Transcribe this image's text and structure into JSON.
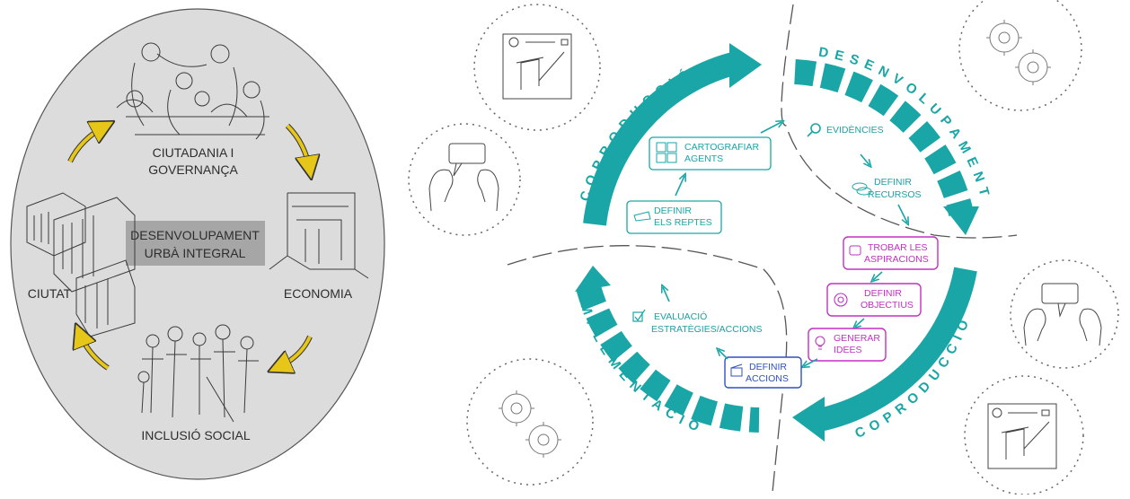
{
  "colors": {
    "teal": "#1aa6a6",
    "magenta": "#c230c2",
    "blue": "#2f4fbf",
    "yellow_arrow": "#e6c619",
    "ellipse_fill": "#dcdcdc",
    "center_label_fill": "#a6a6a6"
  },
  "left_cycle": {
    "top_label_line1": "CIUTADANIA I",
    "top_label_line2": "GOVERNANÇA",
    "center_line1": "DESENVOLUPAMENT",
    "center_line2": "URBÀ INTEGRAL",
    "left_label": "CIUTAT",
    "right_label": "ECONOMIA",
    "bottom_label": "INCLUSIÓ SOCIAL"
  },
  "right_cycle": {
    "arc_coproduccio_top": "COPRODUCCIÓ",
    "arc_desenvolupament": "DESENVOLUPAMENT",
    "arc_coproduccio_bottom": "COPRODUCCIÓ",
    "arc_implementacio": "IMPLEMENTACIÓ",
    "steps": {
      "cartografiar_line1": "CARTOGRAFIAR",
      "cartografiar_line2": "AGENTS",
      "definir_reptes_line1": "DEFINIR",
      "definir_reptes_line2": "ELS REPTES",
      "evidencies": "EVIDÈNCIES",
      "definir_recursos_line1": "DEFINIR",
      "definir_recursos_line2": "RECURSOS",
      "trobar_line1": "TROBAR LES",
      "trobar_line2": "ASPIRACIONS",
      "objectius_line1": "DEFINIR",
      "objectius_line2": "OBJECTIUS",
      "idees_line1": "GENERAR",
      "idees_line2": "IDEES",
      "accions_line1": "DEFINIR",
      "accions_line2": "ACCIONS",
      "avaluacio_line1": "EVALUACIÓ",
      "avaluacio_line2": "ESTRATÈGIES/ACCIONS"
    }
  },
  "icons": [
    "gears-icon",
    "dialog-people-icon",
    "drawing-board-icon"
  ]
}
